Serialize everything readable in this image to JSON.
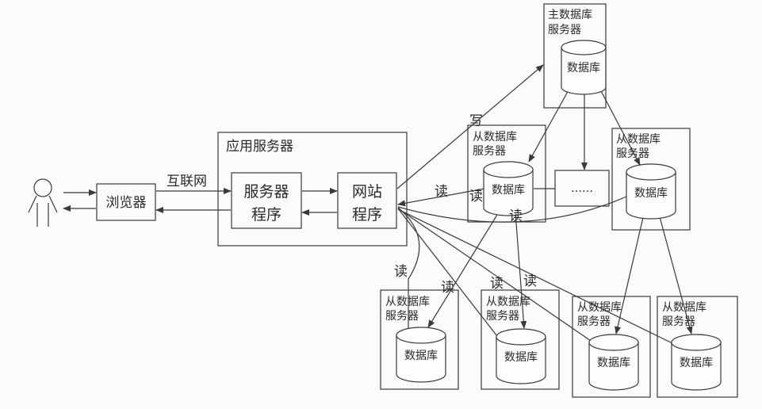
{
  "user": {
    "icon": "person-icon"
  },
  "browser": {
    "label": "浏览器"
  },
  "internet_label": "互联网",
  "app_server": {
    "title": "应用服务器",
    "server_program": {
      "line1": "服务器",
      "line2": "程序"
    },
    "website_program": {
      "line1": "网站",
      "line2": "程序"
    }
  },
  "write_label": "写",
  "master_db": {
    "title_line1": "主数据库",
    "title_line2": "服务器",
    "db_label": "数据库"
  },
  "slave_dbs": [
    {
      "title_line1": "从数据库",
      "title_line2": "服务器",
      "db_label": "数据库"
    },
    {
      "title_line1": "从数据库",
      "title_line2": "服务器",
      "db_label": "数据库"
    },
    {
      "title_line1": "从数据库",
      "title_line2": "服务器",
      "db_label": "数据库"
    },
    {
      "title_line1": "从数据库",
      "title_line2": "服务器",
      "db_label": "数据库"
    },
    {
      "title_line1": "从数据库",
      "title_line2": "服务器",
      "db_label": "数据库"
    },
    {
      "title_line1": "从数据库",
      "title_line2": "服务器",
      "db_label": "数据库"
    }
  ],
  "more_servers_label": "……",
  "read_labels": [
    "读",
    "读",
    "读",
    "读",
    "读",
    "读",
    "读"
  ]
}
